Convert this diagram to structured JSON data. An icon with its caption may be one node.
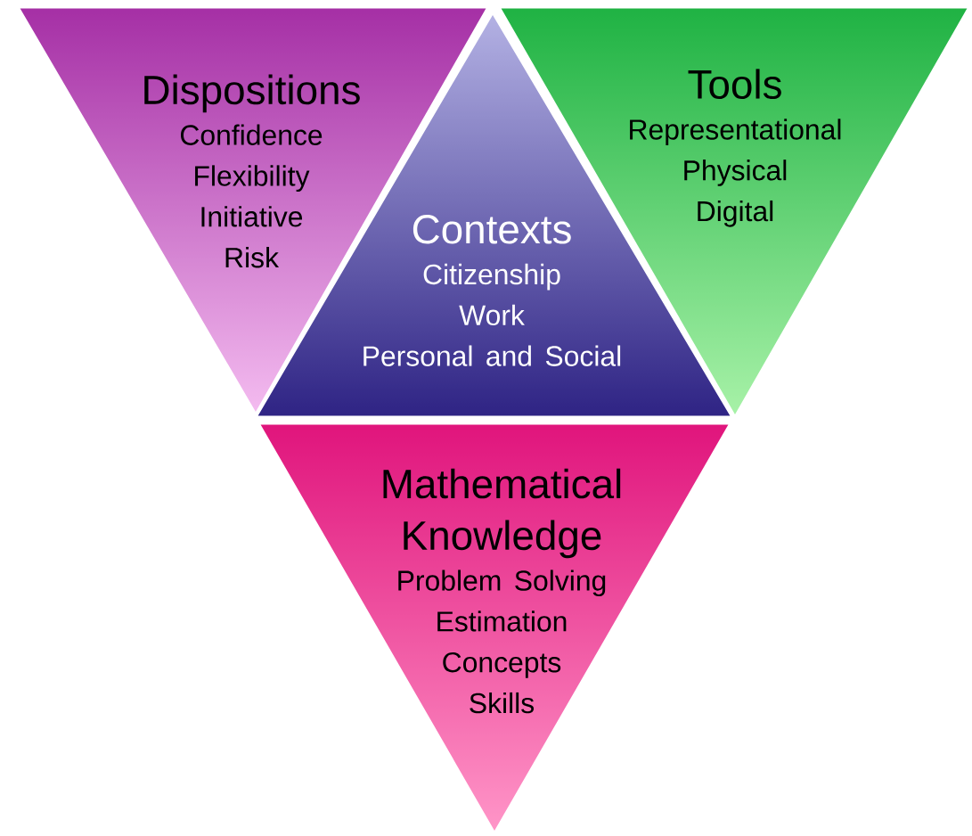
{
  "diagram": {
    "nodes": [
      {
        "text": [
          "Dispositions",
          "Confidence",
          "Flexibility",
          "Initiative",
          "Risk"
        ]
      },
      {
        "text": [
          "Tools",
          "Representational",
          "Physical",
          "Digital"
        ]
      },
      {
        "text": [
          "Contexts",
          "Citizenship",
          "Work",
          "Personal and Social"
        ]
      },
      {
        "text": [
          "Mathematical Knowledge",
          "Problem Solving",
          "Estimation",
          "Concepts",
          "Skills"
        ]
      }
    ]
  }
}
